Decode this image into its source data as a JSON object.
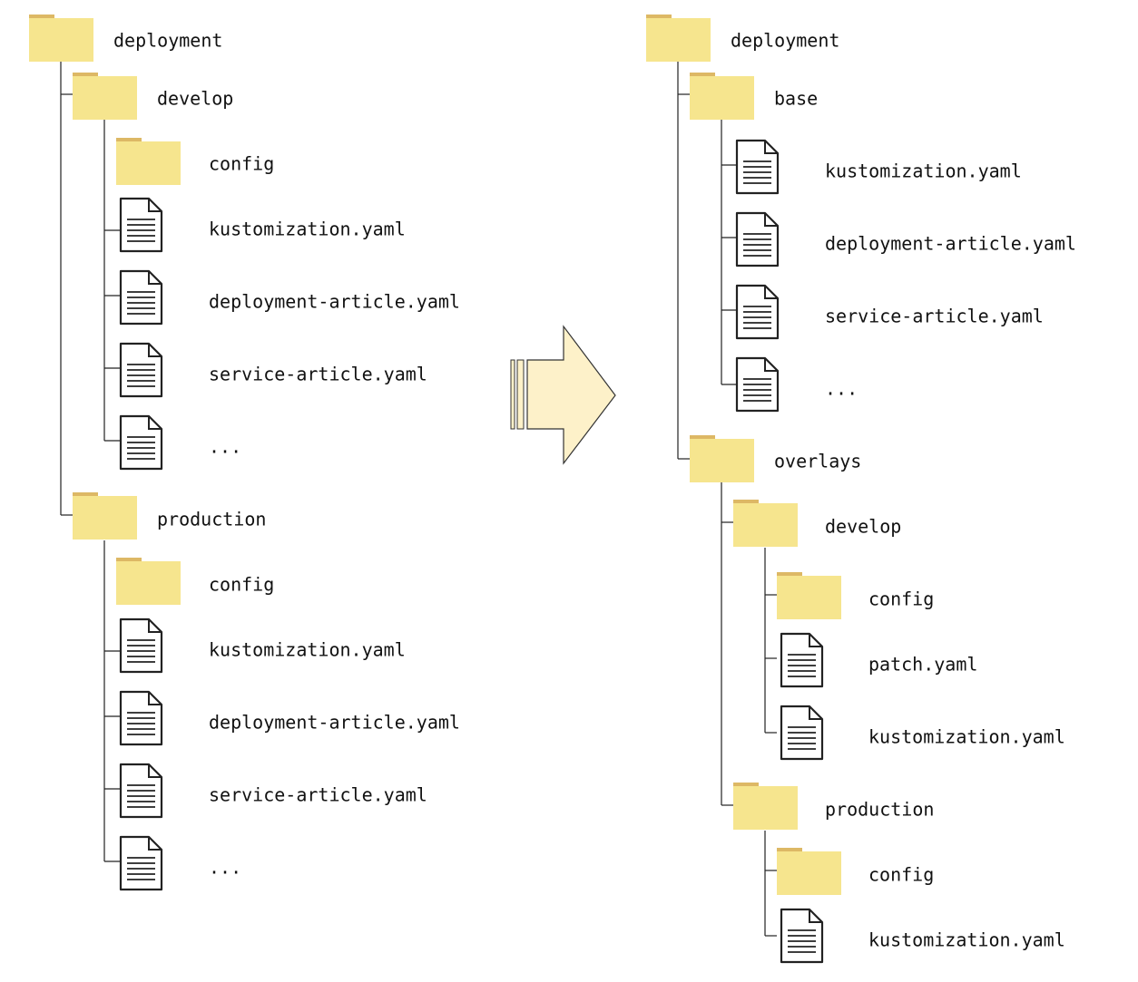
{
  "colors": {
    "folder_body": "#F6E58E",
    "folder_tab": "#DDB865",
    "file_stroke": "#222222",
    "line": "#222222",
    "arrow_fill": "#FDF1C9",
    "arrow_stroke": "#333333"
  },
  "icons": {
    "folder": "folder-icon",
    "file": "file-icon",
    "arrow": "right-arrow"
  },
  "left_tree": {
    "root": "deployment",
    "develop": {
      "name": "develop",
      "config": "config",
      "kustomization": "kustomization.yaml",
      "deployment_article": "deployment-article.yaml",
      "service_article": "service-article.yaml",
      "more": "..."
    },
    "production": {
      "name": "production",
      "config": "config",
      "kustomization": "kustomization.yaml",
      "deployment_article": "deployment-article.yaml",
      "service_article": "service-article.yaml",
      "more": "..."
    }
  },
  "right_tree": {
    "root": "deployment",
    "base": {
      "name": "base",
      "kustomization": "kustomization.yaml",
      "deployment_article": "deployment-article.yaml",
      "service_article": "service-article.yaml",
      "more": "..."
    },
    "overlays": {
      "name": "overlays",
      "develop": {
        "name": "develop",
        "config": "config",
        "patch": "patch.yaml",
        "kustomization": "kustomization.yaml"
      },
      "production": {
        "name": "production",
        "config": "config",
        "kustomization": "kustomization.yaml"
      }
    }
  }
}
